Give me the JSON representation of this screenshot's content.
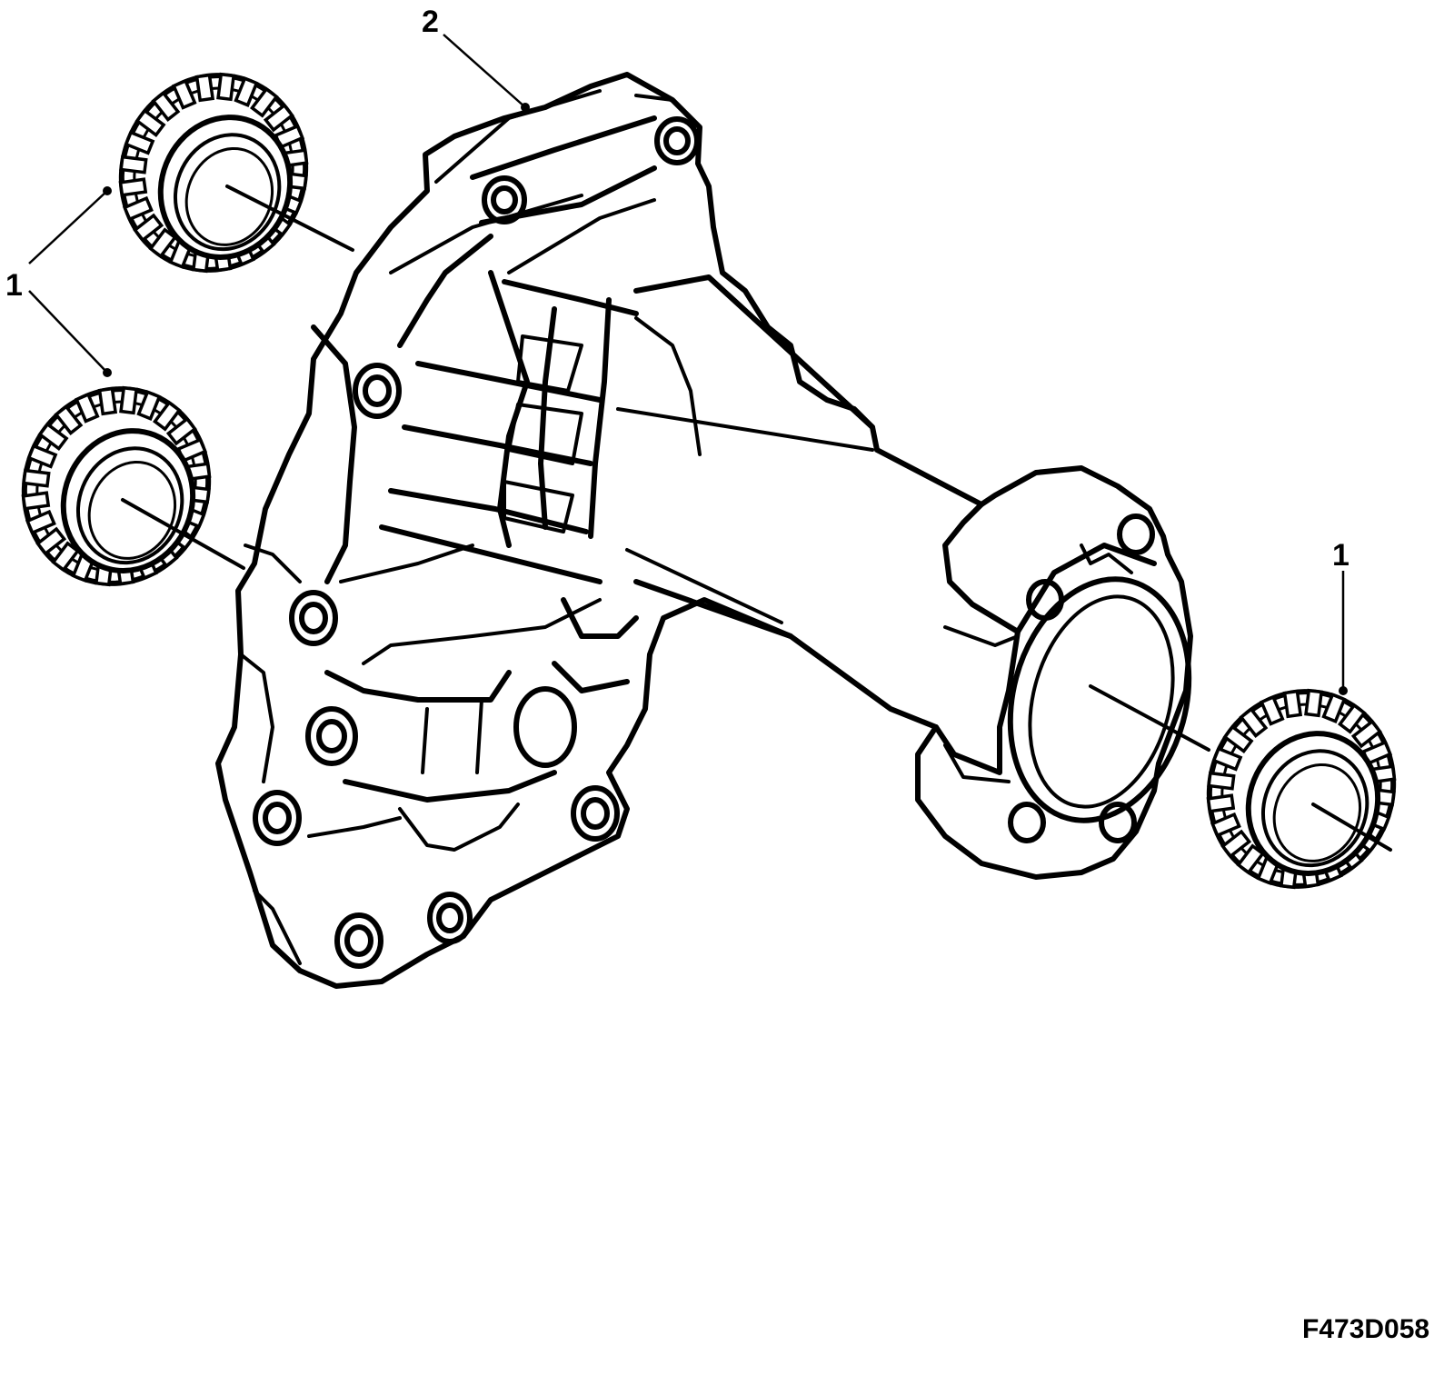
{
  "figure": {
    "code": "F473D058"
  },
  "callouts": [
    {
      "id": "1",
      "label": "1",
      "part": "bearing"
    },
    {
      "id": "2",
      "label": "2",
      "part": "housing"
    },
    {
      "id": "3",
      "label": "1",
      "part": "bearing"
    }
  ],
  "colors": {
    "line": "#000000",
    "background": "#ffffff"
  }
}
